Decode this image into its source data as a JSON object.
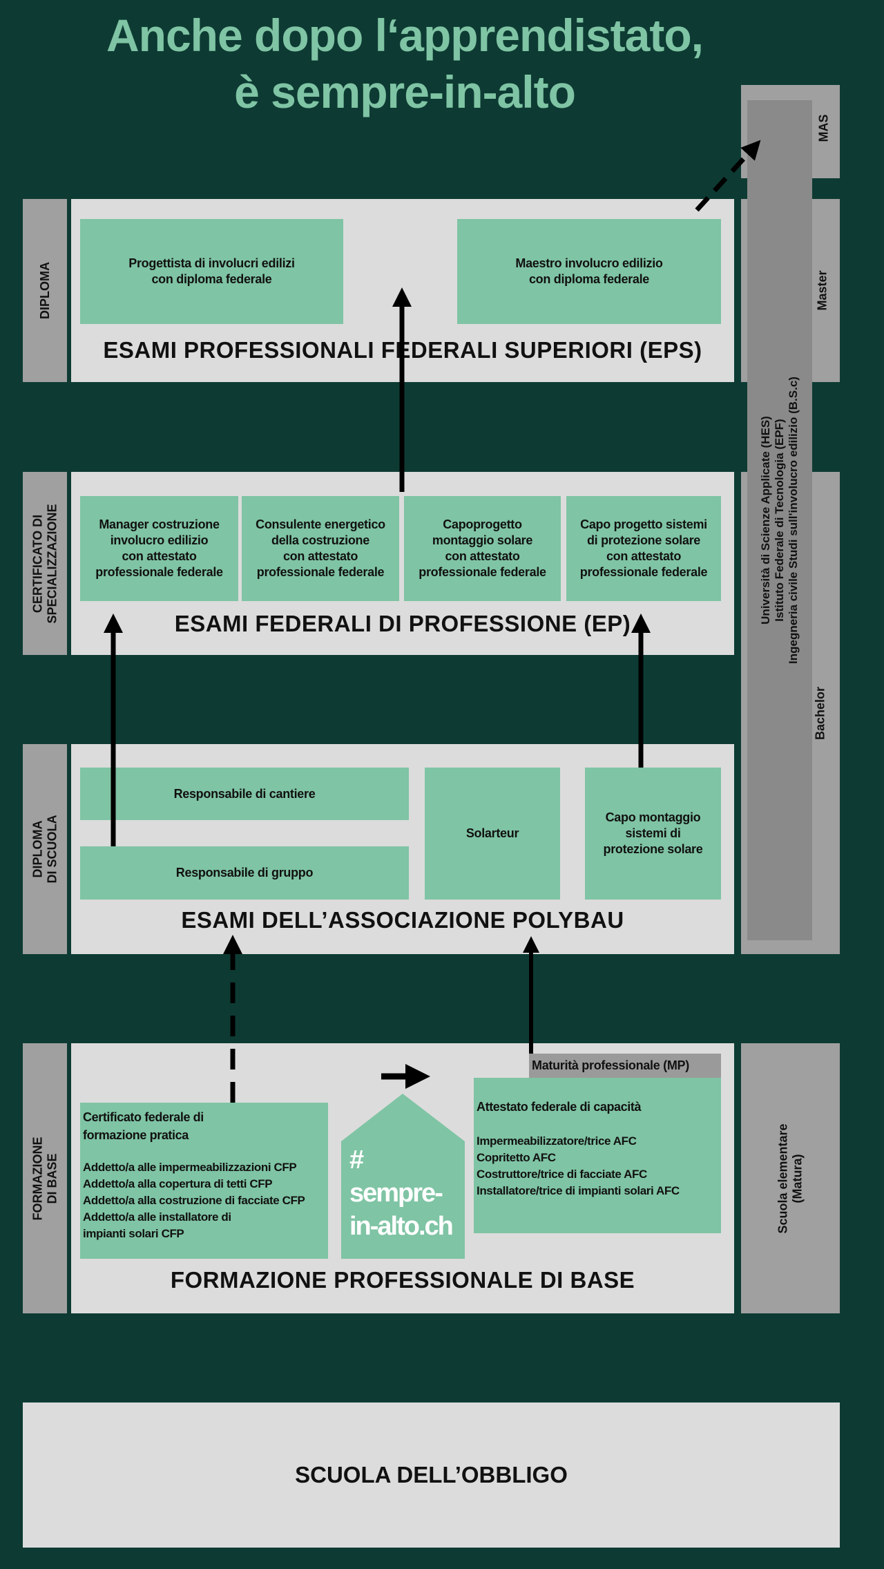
{
  "title": {
    "line1": "Anche dopo l‘apprendistato,",
    "line2": "è sempre-in-alto"
  },
  "levels": {
    "diploma": "DIPLOMA",
    "certificato": [
      "CERTIFICATO DI",
      "SPECIALIZZAZIONE"
    ],
    "diploma_scuola": [
      "DIPLOMA",
      "DI SCUOLA"
    ],
    "formazione": [
      "FORMAZIONE",
      "DI BASE"
    ]
  },
  "university": {
    "mas": "MAS",
    "master": "Master",
    "bachelor": "Bachelor",
    "lines": [
      "Università di Scienze Applicate (HES)",
      "Istituto Federale di Tecnologia (EPF)",
      "Ingegneria civile Studi sull'involucro edilizio (B.S.c)"
    ],
    "scuola_elementare": [
      "Scuola elementare",
      "(Matura)"
    ]
  },
  "eps": {
    "title": "ESAMI PROFESSIONALI FEDERALI SUPERIORI (EPS)",
    "boxes": [
      [
        "Progettista di involucri edilizi",
        "con diploma federale"
      ],
      [
        "Maestro involucro edilizio",
        "con diploma federale"
      ]
    ]
  },
  "ep": {
    "title": "ESAMI FEDERALI DI PROFESSIONE (EP)",
    "boxes": [
      [
        "Manager costruzione",
        "involucro edilizio",
        "con attestato",
        "professionale federale"
      ],
      [
        "Consulente energetico",
        "della costruzione",
        "con attestato",
        "professionale federale"
      ],
      [
        "Capoprogetto",
        "montaggio solare",
        "con attestato",
        "professionale federale"
      ],
      [
        "Capo progetto sistemi",
        "di protezione solare",
        "con attestato",
        "professionale federale"
      ]
    ]
  },
  "polybau": {
    "title": "ESAMI DELL’ASSOCIAZIONE POLYBAU",
    "cantiere": "Responsabile di cantiere",
    "gruppo": "Responsabile di gruppo",
    "solarteur": "Solarteur",
    "capo": [
      "Capo montaggio",
      "sistemi di",
      "protezione solare"
    ]
  },
  "base": {
    "title": "FORMAZIONE PROFESSIONALE DI BASE",
    "cfp": {
      "heading": [
        "Certificato federale di",
        "formazione pratica"
      ],
      "items": [
        "Addetto/a alle impermeabilizzazioni CFP",
        "Addetto/a alla copertura di tetti CFP",
        "Addetto/a alla costruzione di facciate CFP",
        "Addetto/a alle installatore di",
        "impianti solari CFP"
      ]
    },
    "logo": [
      "#",
      "sempre-",
      "in-alto.ch"
    ],
    "mp": "Maturità professionale (MP)",
    "afc": {
      "heading": "Attestato federale di capacità",
      "items": [
        "Impermeabilizzatore/trice AFC",
        "Copritetto AFC",
        "Costruttore/trice di facciate AFC",
        "Installatore/trice di impianti solari AFC"
      ]
    }
  },
  "obbligo": "SCUOLA DELL’OBBLIGO",
  "colors": {
    "background": "#0d3b33",
    "accent": "#7fc4a4",
    "panel": "#dcdcdc",
    "side": "#a0a0a0"
  }
}
